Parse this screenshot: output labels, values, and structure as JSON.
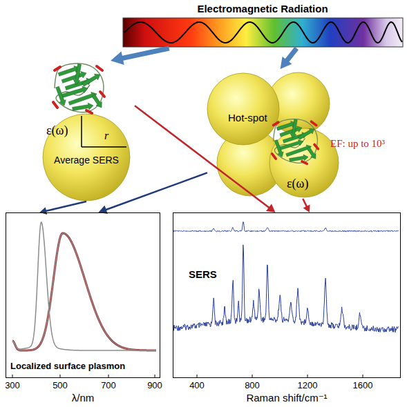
{
  "diagram": {
    "nodes": [
      {
        "text": [
          "Electromagnetic Radiation"
        ]
      },
      {
        "text": [
          "ε(ω)",
          "r",
          "Average SERS"
        ]
      },
      {
        "text": [
          "Hot-spot",
          "ε(ω)"
        ]
      },
      {
        "text": [
          "Localized surface plasmon"
        ]
      },
      {
        "text": [
          "SERS"
        ]
      }
    ],
    "edges": [
      {
        "from": 0,
        "to": 1,
        "arrow": "to"
      },
      {
        "from": 0,
        "to": 2,
        "arrow": "to"
      },
      {
        "from": 1,
        "to": 4,
        "arrow": "to"
      },
      {
        "from": 2,
        "to": 4,
        "arrow": "to"
      },
      {
        "from": 2,
        "to": 3,
        "arrow": "to"
      },
      {
        "from": 1,
        "to": 3,
        "arrow": "to"
      }
    ],
    "labels": [
      "EF: up to 10³",
      "300",
      "500",
      "700",
      "900",
      "λ/nm",
      "400",
      "800",
      "1200",
      "1600",
      "Raman shift/cm⁻¹"
    ]
  }
}
